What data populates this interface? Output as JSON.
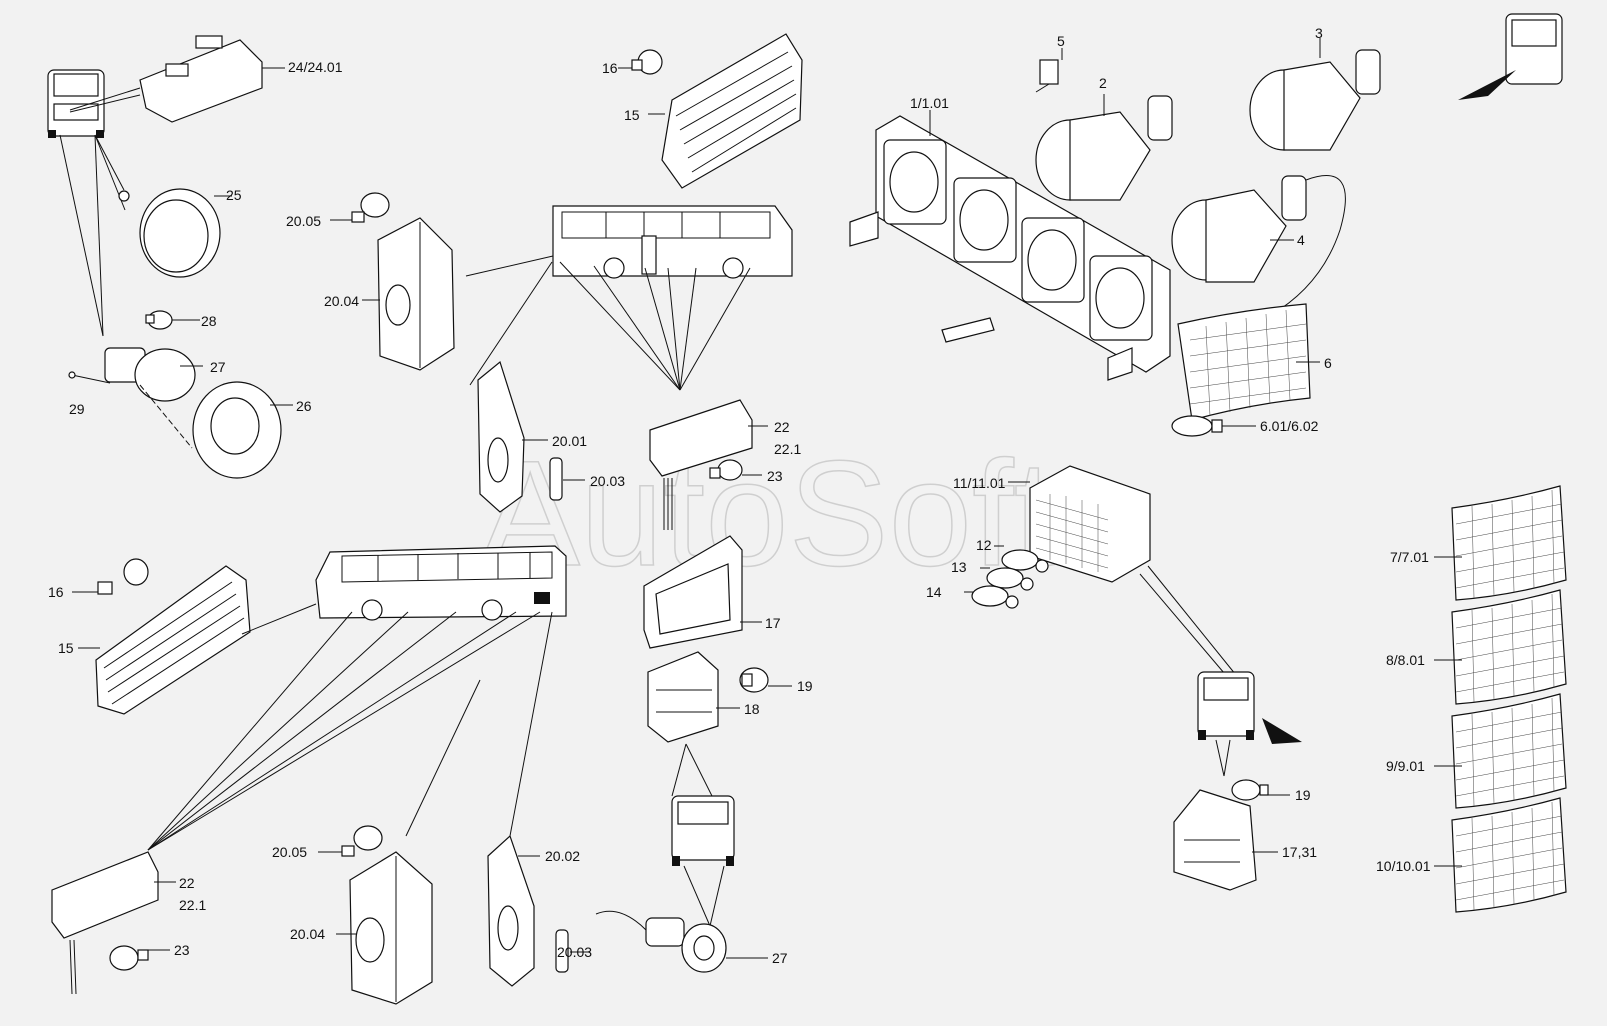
{
  "watermark": "AutoSoft",
  "callouts": {
    "c_24": "24/24.01",
    "c_25": "25",
    "c_28": "28",
    "c_27a": "27",
    "c_29": "29",
    "c_26": "26",
    "c_16a": "16",
    "c_15a": "15",
    "c_2005a": "20.05",
    "c_2004a": "20.04",
    "c_2001": "20.01",
    "c_2003a": "20.03",
    "c_22a": "22",
    "c_221a": "22.1",
    "c_23a": "23",
    "c_5": "5",
    "c_3": "3",
    "c_2": "2",
    "c_1": "1/1.01",
    "c_4": "4",
    "c_6": "6",
    "c_601": "6.01/6.02",
    "c_11": "11/11.01",
    "c_12": "12",
    "c_13": "13",
    "c_14": "14",
    "c_7": "7/7.01",
    "c_8": "8/8.01",
    "c_9": "9/9.01",
    "c_10": "10/10.01",
    "c_16b": "16",
    "c_15b": "15",
    "c_17": "17",
    "c_19a": "19",
    "c_18": "18",
    "c_19b": "19",
    "c_1731": "17,31",
    "c_22b": "22",
    "c_221b": "22.1",
    "c_23b": "23",
    "c_2005b": "20.05",
    "c_2004b": "20.04",
    "c_2002": "20.02",
    "c_2003b": "20.03",
    "c_27b": "27"
  },
  "colors": {
    "background": "#f2f2f2",
    "ink": "#111111",
    "watermark": "#cfcfcf"
  }
}
